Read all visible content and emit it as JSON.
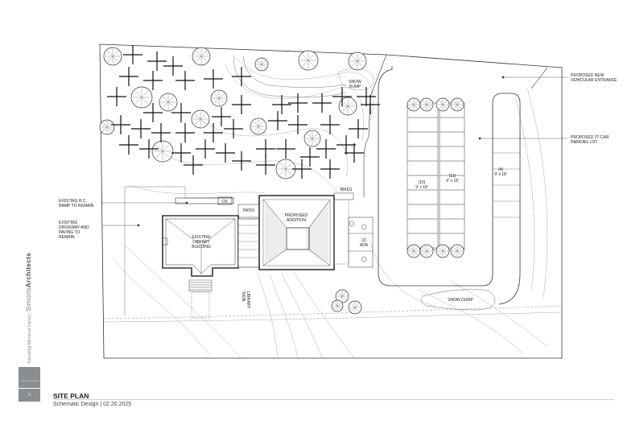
{
  "firm": {
    "project": "Spaulding Memorial Library",
    "name_light": "Simons",
    "name_bold": "Architects",
    "logo_label": "Simons Architects"
  },
  "sheet": {
    "page_number": "9",
    "title": "SITE PLAN",
    "subtitle": "Schematic Design | 02.20.2025"
  },
  "labels": {
    "new_entrance": [
      "PROPOSED NEW",
      "VEHICULAR ENTRANCE"
    ],
    "parking_lot": [
      "PROPOSED 27 CAR",
      "PARKING LOT"
    ],
    "snow_dump_top": [
      "SNOW",
      "DUMP"
    ],
    "snow_dump_bottom": "SNOW DUMP",
    "hc_ramp": [
      "EXISTING H.C.",
      "RAMP TO REMAIN"
    ],
    "driveway": [
      "EXISTING",
      "DRIVEWAY AND",
      "PAVING TO",
      "REMAIN"
    ],
    "library": [
      "EXISTING",
      "LIBRARY",
      "BUILDING"
    ],
    "addition": [
      "PROPOSED",
      "ADDITION"
    ],
    "patio": "PATIO",
    "bikes": "BIKES",
    "cn": "CN",
    "ada": [
      "(2)",
      "ADA"
    ],
    "sign": [
      "LIBRARY",
      "SIGN"
    ],
    "stall_left": [
      "(10)",
      "9' x 18'"
    ],
    "stall_mid": [
      "(11)",
      "9' x 18'"
    ],
    "stall_right": [
      "(4)",
      "9' x 18'"
    ]
  }
}
